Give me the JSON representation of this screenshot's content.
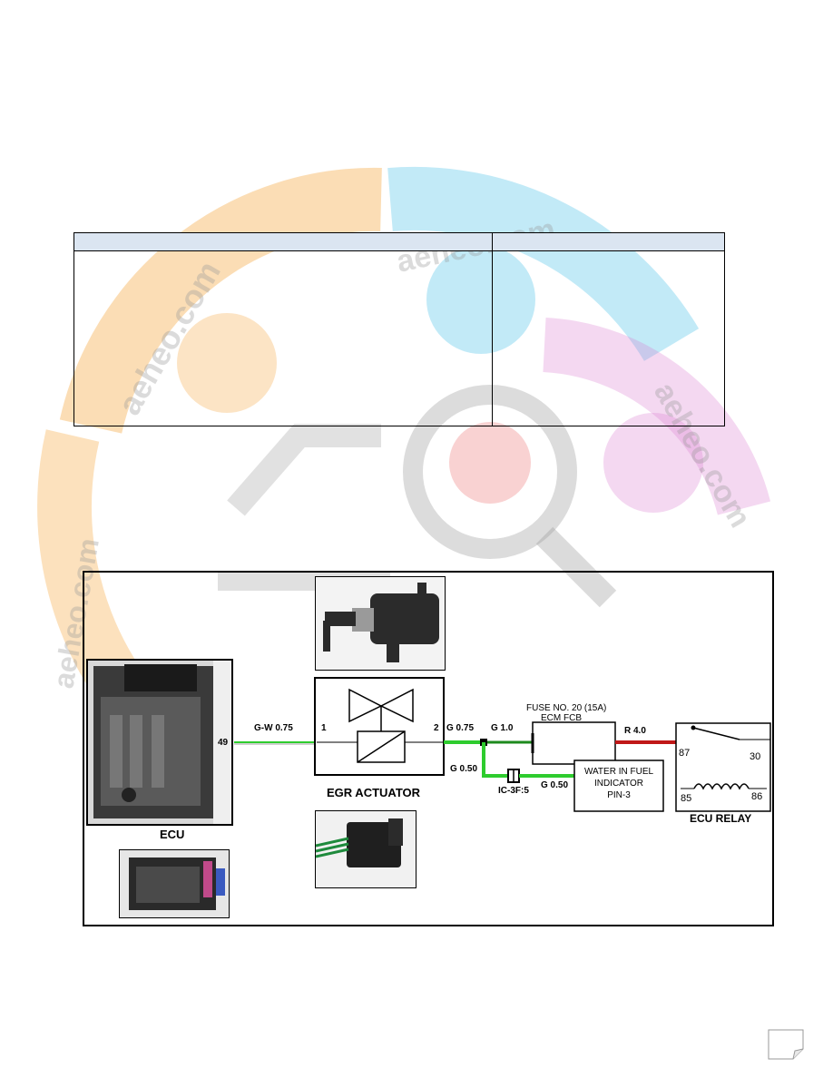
{
  "watermark": {
    "text": "aeheo.com",
    "colors": {
      "orange": "#f7b35a",
      "blue": "#4fc3e8",
      "pink": "#d97fd0",
      "gray": "#9a9a9a",
      "red": "#e84a4a"
    }
  },
  "diagram": {
    "wire_labels": {
      "gw075": "G-W 0.75",
      "g075": "G 0.75",
      "g10": "G  1.0",
      "g050_left": "G 0.50",
      "g050_right": "G 0.50",
      "r40": "R 4.0"
    },
    "pins": {
      "ecu_pin": "49",
      "egr_pin1": "1",
      "egr_pin2": "2"
    },
    "fuse": {
      "line1": "FUSE NO. 20 (15A)",
      "line2": "ECM FCB"
    },
    "connector": "IC-3F:5",
    "water_in_fuel": {
      "line1": "WATER IN FUEL",
      "line2": "INDICATOR",
      "line3": "PIN-3"
    },
    "relay": {
      "pin87": "87",
      "pin30": "30",
      "pin85": "85",
      "pin86": "86",
      "title": "ECU RELAY"
    },
    "egr_title": "EGR ACTUATOR",
    "ecu_title": "ECU"
  },
  "colors": {
    "green_wire": "#2ecc2e",
    "red_wire": "#c01818",
    "table_header": "#dbe5f1"
  }
}
